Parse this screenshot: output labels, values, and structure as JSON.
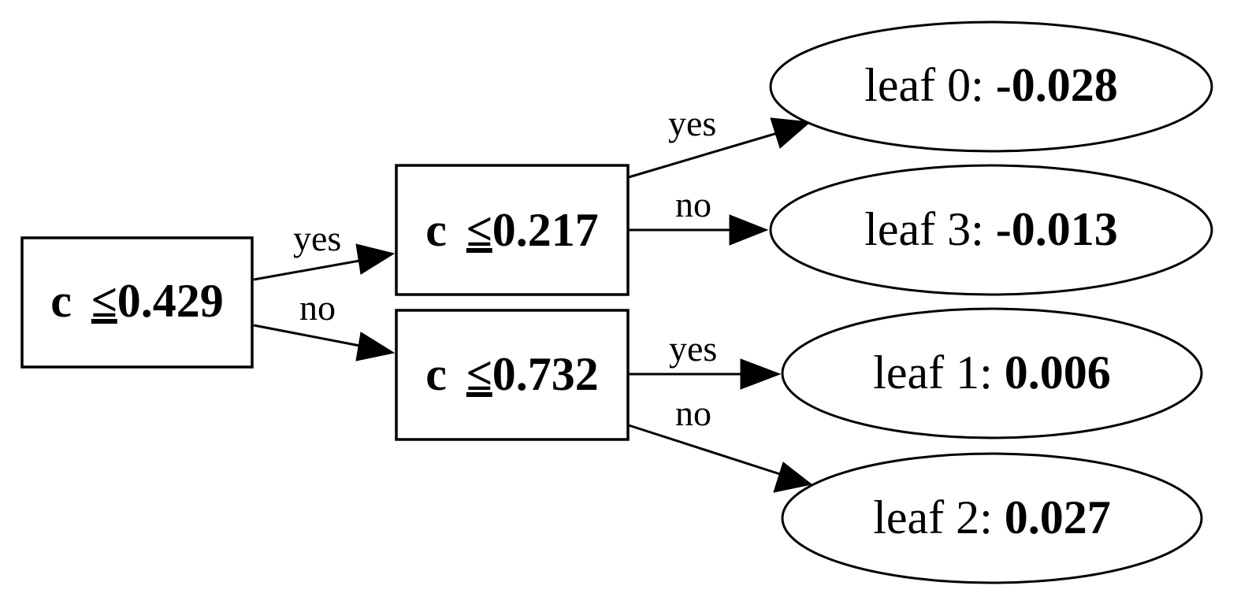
{
  "nodes": {
    "split_root": {
      "feature": "c",
      "op": "≤",
      "threshold": "0.429"
    },
    "split_upper": {
      "feature": "c",
      "op": "≤",
      "threshold": "0.217"
    },
    "split_lower": {
      "feature": "c",
      "op": "≤",
      "threshold": "0.732"
    },
    "leaf0": {
      "label": "leaf 0: ",
      "value": "-0.028"
    },
    "leaf3": {
      "label": "leaf 3: ",
      "value": "-0.013"
    },
    "leaf1": {
      "label": "leaf 1: ",
      "value": "0.006"
    },
    "leaf2": {
      "label": "leaf 2: ",
      "value": "0.027"
    }
  },
  "edges": {
    "root_yes": "yes",
    "root_no": "no",
    "upper_yes": "yes",
    "upper_no": "no",
    "lower_yes": "yes",
    "lower_no": "no"
  }
}
